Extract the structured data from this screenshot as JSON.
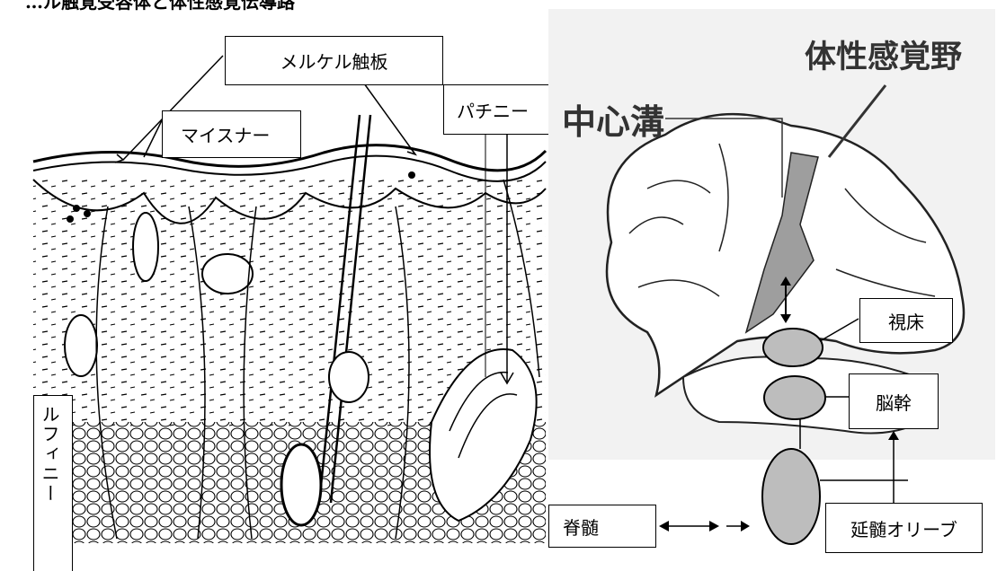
{
  "heading": "…ル触覚受容体と体性感覚伝導路",
  "labels": {
    "merkel": "メルケル触板",
    "meissner": "マイスナー",
    "pacini": "パチニー",
    "ruffini": "ルフィニー",
    "central_sulcus": "中心溝",
    "somatosensory": "体性感覚野",
    "thalamus": "視床",
    "brainstem": "脳幹",
    "medulla_olive": "延髄オリーブ",
    "spinal_cord": "脊髄"
  },
  "colors": {
    "line": "#000000",
    "nucleus_fill": "#bdbdbd",
    "cortex_shade": "#9e9e9e",
    "brain_bg": "#f2f2f2"
  }
}
